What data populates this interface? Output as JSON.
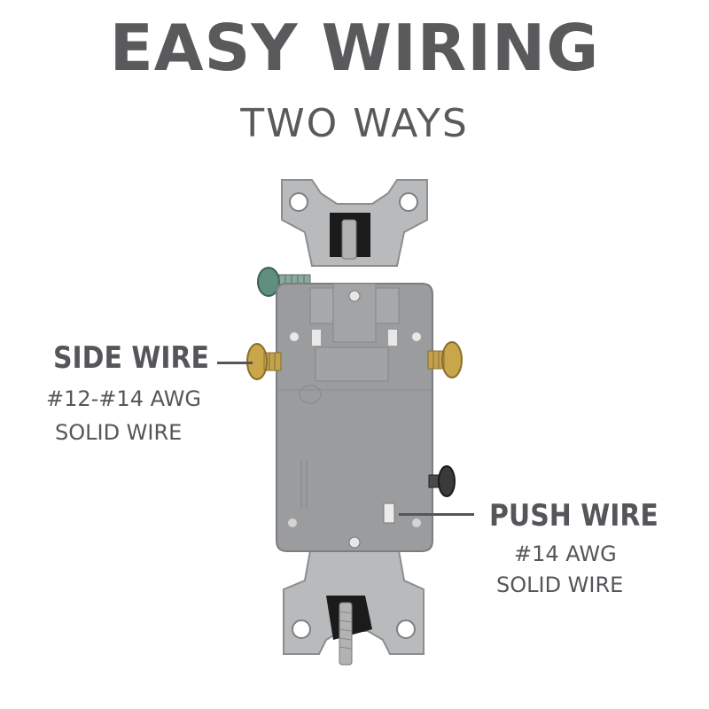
{
  "header": {
    "title": "EASY WIRING",
    "subtitle": "TWO WAYS"
  },
  "callouts": {
    "side_wire": {
      "heading": "SIDE WIRE",
      "line1": "#12-#14 AWG",
      "line2": "SOLID WIRE"
    },
    "push_wire": {
      "heading": "PUSH WIRE",
      "line1": "#14 AWG",
      "line2": "SOLID WIRE"
    }
  },
  "colors": {
    "text": "#55565a",
    "housing": "#9b9c9e",
    "strap": "#b8babc",
    "brass": "#c9a64a",
    "ground_screw": "#5f8f80"
  }
}
